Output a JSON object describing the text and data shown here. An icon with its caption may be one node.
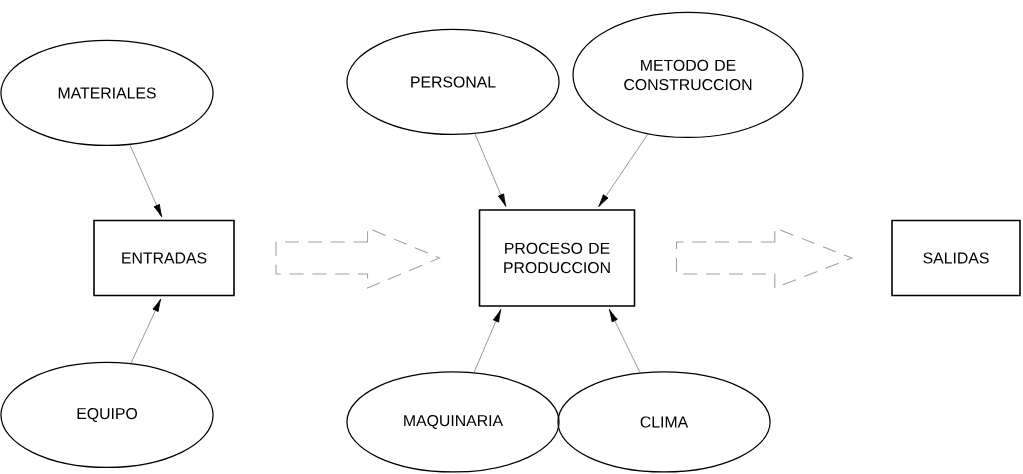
{
  "diagram": {
    "nodes": [
      {
        "text": [
          "MATERIALES"
        ]
      },
      {
        "text": [
          "ENTRADAS"
        ]
      },
      {
        "text": [
          "EQUIPO"
        ]
      },
      {
        "text": [
          "PERSONAL"
        ]
      },
      {
        "text": [
          "METODO DE CONSTRUCCION"
        ]
      },
      {
        "text": [
          "PROCESO DE PRODUCCION"
        ]
      },
      {
        "text": [
          "SALIDAS"
        ]
      },
      {
        "text": [
          "MAQUINARIA"
        ]
      },
      {
        "text": [
          "CLIMA"
        ]
      }
    ],
    "edges": [
      {
        "from": 0,
        "to": 1,
        "arrow": "to"
      },
      {
        "from": 2,
        "to": 1,
        "arrow": "to"
      },
      {
        "from": 3,
        "to": 5,
        "arrow": "to"
      },
      {
        "from": 4,
        "to": 5,
        "arrow": "to"
      },
      {
        "from": 7,
        "to": 5,
        "arrow": "to"
      },
      {
        "from": 8,
        "to": 5,
        "arrow": "to"
      },
      {
        "from": 1,
        "to": 5,
        "arrow": "to",
        "style": "dashed",
        "color": "#a0a0a0"
      },
      {
        "from": 5,
        "to": 6,
        "arrow": "to",
        "style": "dashed",
        "color": "#a0a0a0"
      }
    ]
  }
}
